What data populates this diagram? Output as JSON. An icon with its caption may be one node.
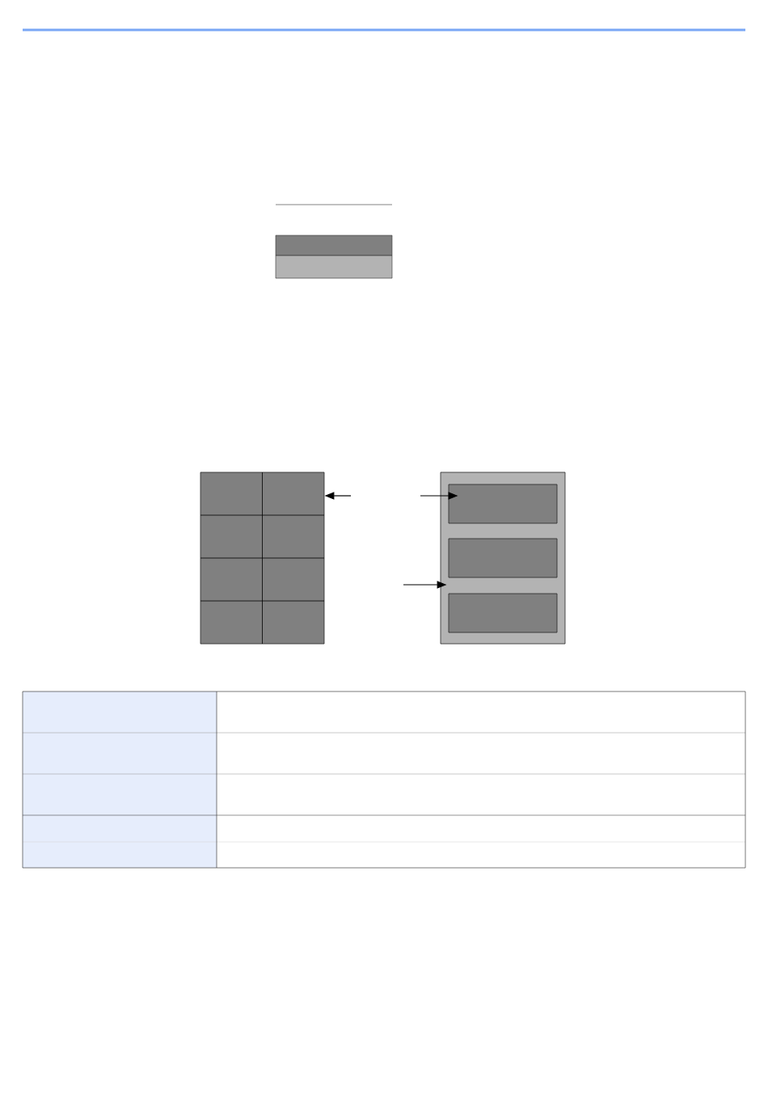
{
  "diagram": {
    "nodes": [
      {
        "text": [],
        "shape": "box"
      },
      {
        "text": [],
        "shape": "box"
      },
      {
        "text": [],
        "shape": "box",
        "in": 1
      },
      {
        "text": [],
        "shape": "box",
        "in": 1
      },
      {
        "text": [],
        "shape": "box",
        "in": 1
      }
    ],
    "edges": [
      {
        "from": null,
        "to": 0,
        "arrow": "to"
      },
      {
        "from": null,
        "to": 2,
        "arrow": "to"
      },
      {
        "from": null,
        "to": 1,
        "arrow": "to"
      }
    ]
  }
}
